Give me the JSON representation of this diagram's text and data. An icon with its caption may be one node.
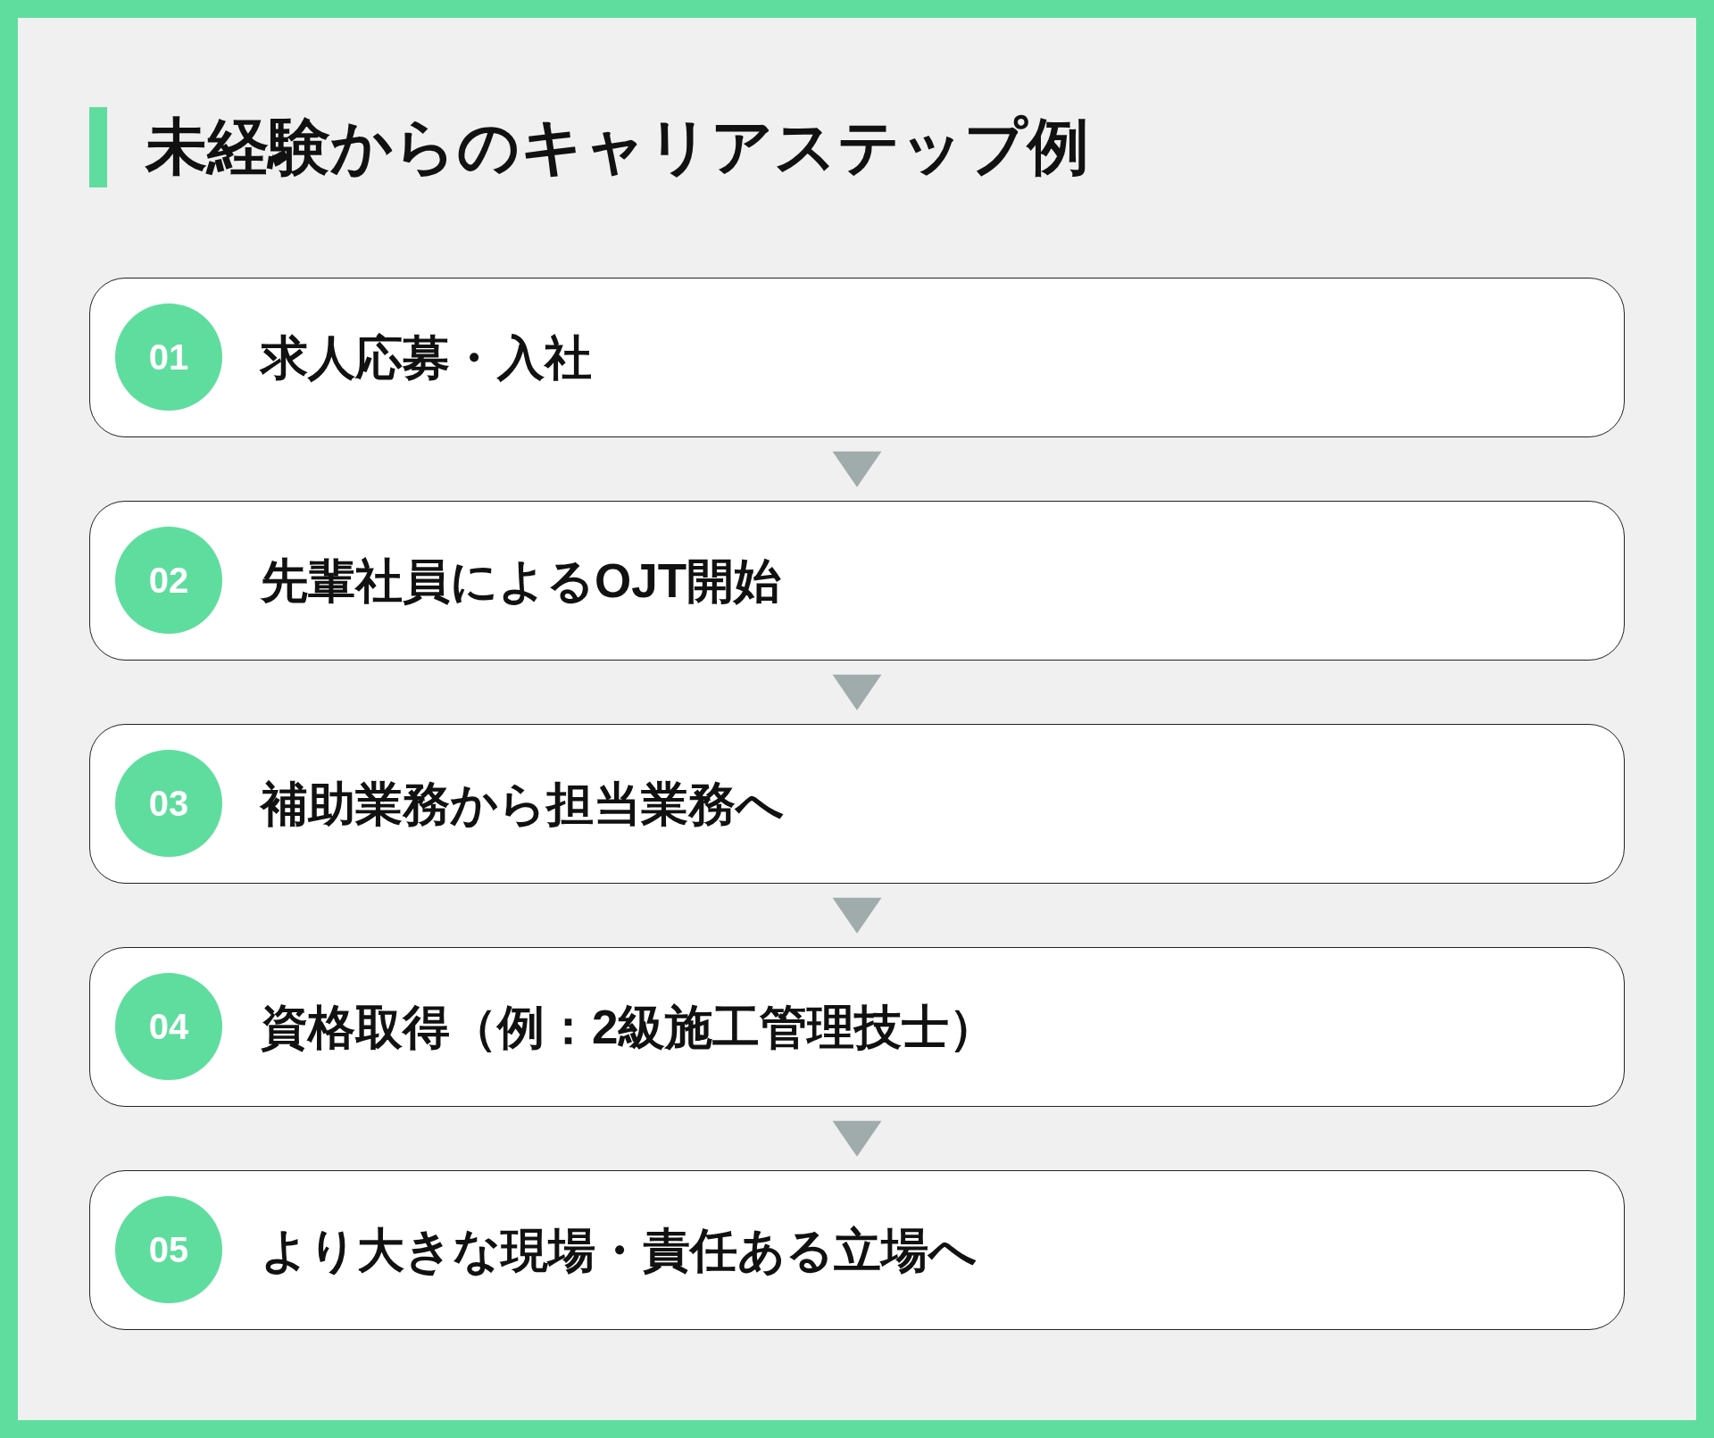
{
  "diagram": {
    "title": "未経験からのキャリアステップ例",
    "nodes": [
      {
        "text": [
          "求人応募・入社"
        ]
      },
      {
        "text": [
          "01"
        ],
        "in": 0
      },
      {
        "text": [
          "先輩社員によるOJT開始"
        ]
      },
      {
        "text": [
          "02"
        ],
        "in": 2
      },
      {
        "text": [
          "補助業務から担当業務へ"
        ]
      },
      {
        "text": [
          "03"
        ],
        "in": 4
      },
      {
        "text": [
          "資格取得（例：2級施工管理技士）"
        ]
      },
      {
        "text": [
          "04"
        ],
        "in": 6
      },
      {
        "text": [
          "より大きな現場・責任ある立場へ"
        ]
      },
      {
        "text": [
          "05"
        ],
        "in": 8
      }
    ],
    "edges": [
      {
        "from": 0,
        "to": 2,
        "arrow": "to"
      },
      {
        "from": 2,
        "to": 4,
        "arrow": "to"
      },
      {
        "from": 4,
        "to": 6,
        "arrow": "to"
      },
      {
        "from": 6,
        "to": 8,
        "arrow": "to"
      }
    ]
  }
}
